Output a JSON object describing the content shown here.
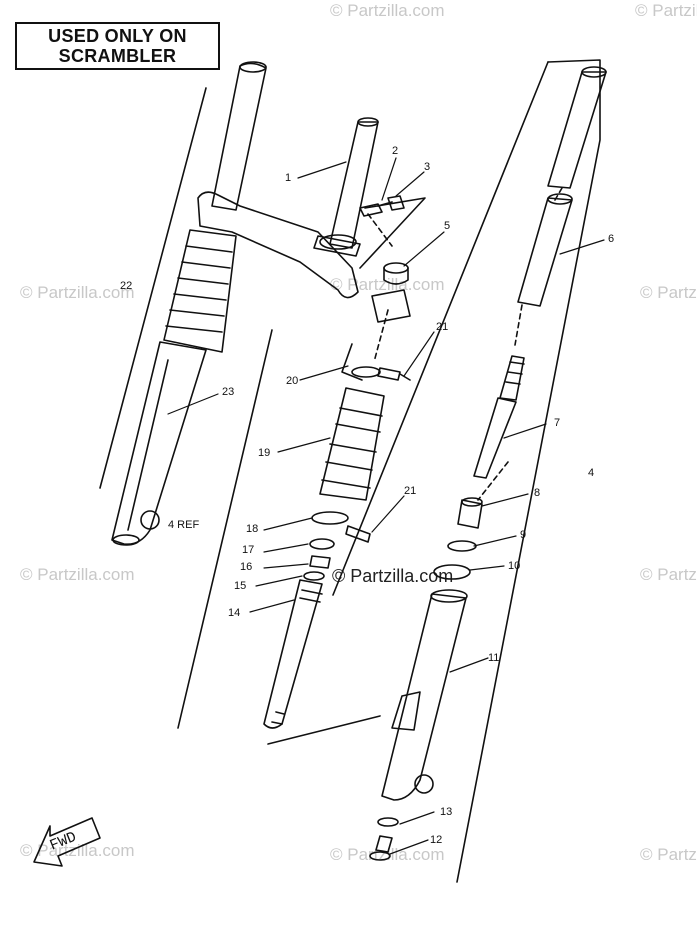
{
  "notice": {
    "line1": "USED ONLY ON",
    "line2": "SCRAMBLER"
  },
  "watermark": "© Partzilla.com",
  "direction_label": "FWD",
  "ref_label": "4 REF",
  "callouts": [
    {
      "id": "c1",
      "label": "1"
    },
    {
      "id": "c2",
      "label": "2"
    },
    {
      "id": "c3",
      "label": "3"
    },
    {
      "id": "c4",
      "label": "4"
    },
    {
      "id": "c5",
      "label": "5"
    },
    {
      "id": "c6",
      "label": "6"
    },
    {
      "id": "c7",
      "label": "7"
    },
    {
      "id": "c8",
      "label": "8"
    },
    {
      "id": "c9",
      "label": "9"
    },
    {
      "id": "c10",
      "label": "10"
    },
    {
      "id": "c11",
      "label": "11"
    },
    {
      "id": "c12",
      "label": "12"
    },
    {
      "id": "c13",
      "label": "13"
    },
    {
      "id": "c14",
      "label": "14"
    },
    {
      "id": "c15",
      "label": "15"
    },
    {
      "id": "c16",
      "label": "16"
    },
    {
      "id": "c17",
      "label": "17"
    },
    {
      "id": "c18",
      "label": "18"
    },
    {
      "id": "c19",
      "label": "19"
    },
    {
      "id": "c20",
      "label": "20"
    },
    {
      "id": "c21a",
      "label": "21"
    },
    {
      "id": "c21b",
      "label": "21"
    },
    {
      "id": "c22",
      "label": "22"
    },
    {
      "id": "c23",
      "label": "23"
    }
  ]
}
